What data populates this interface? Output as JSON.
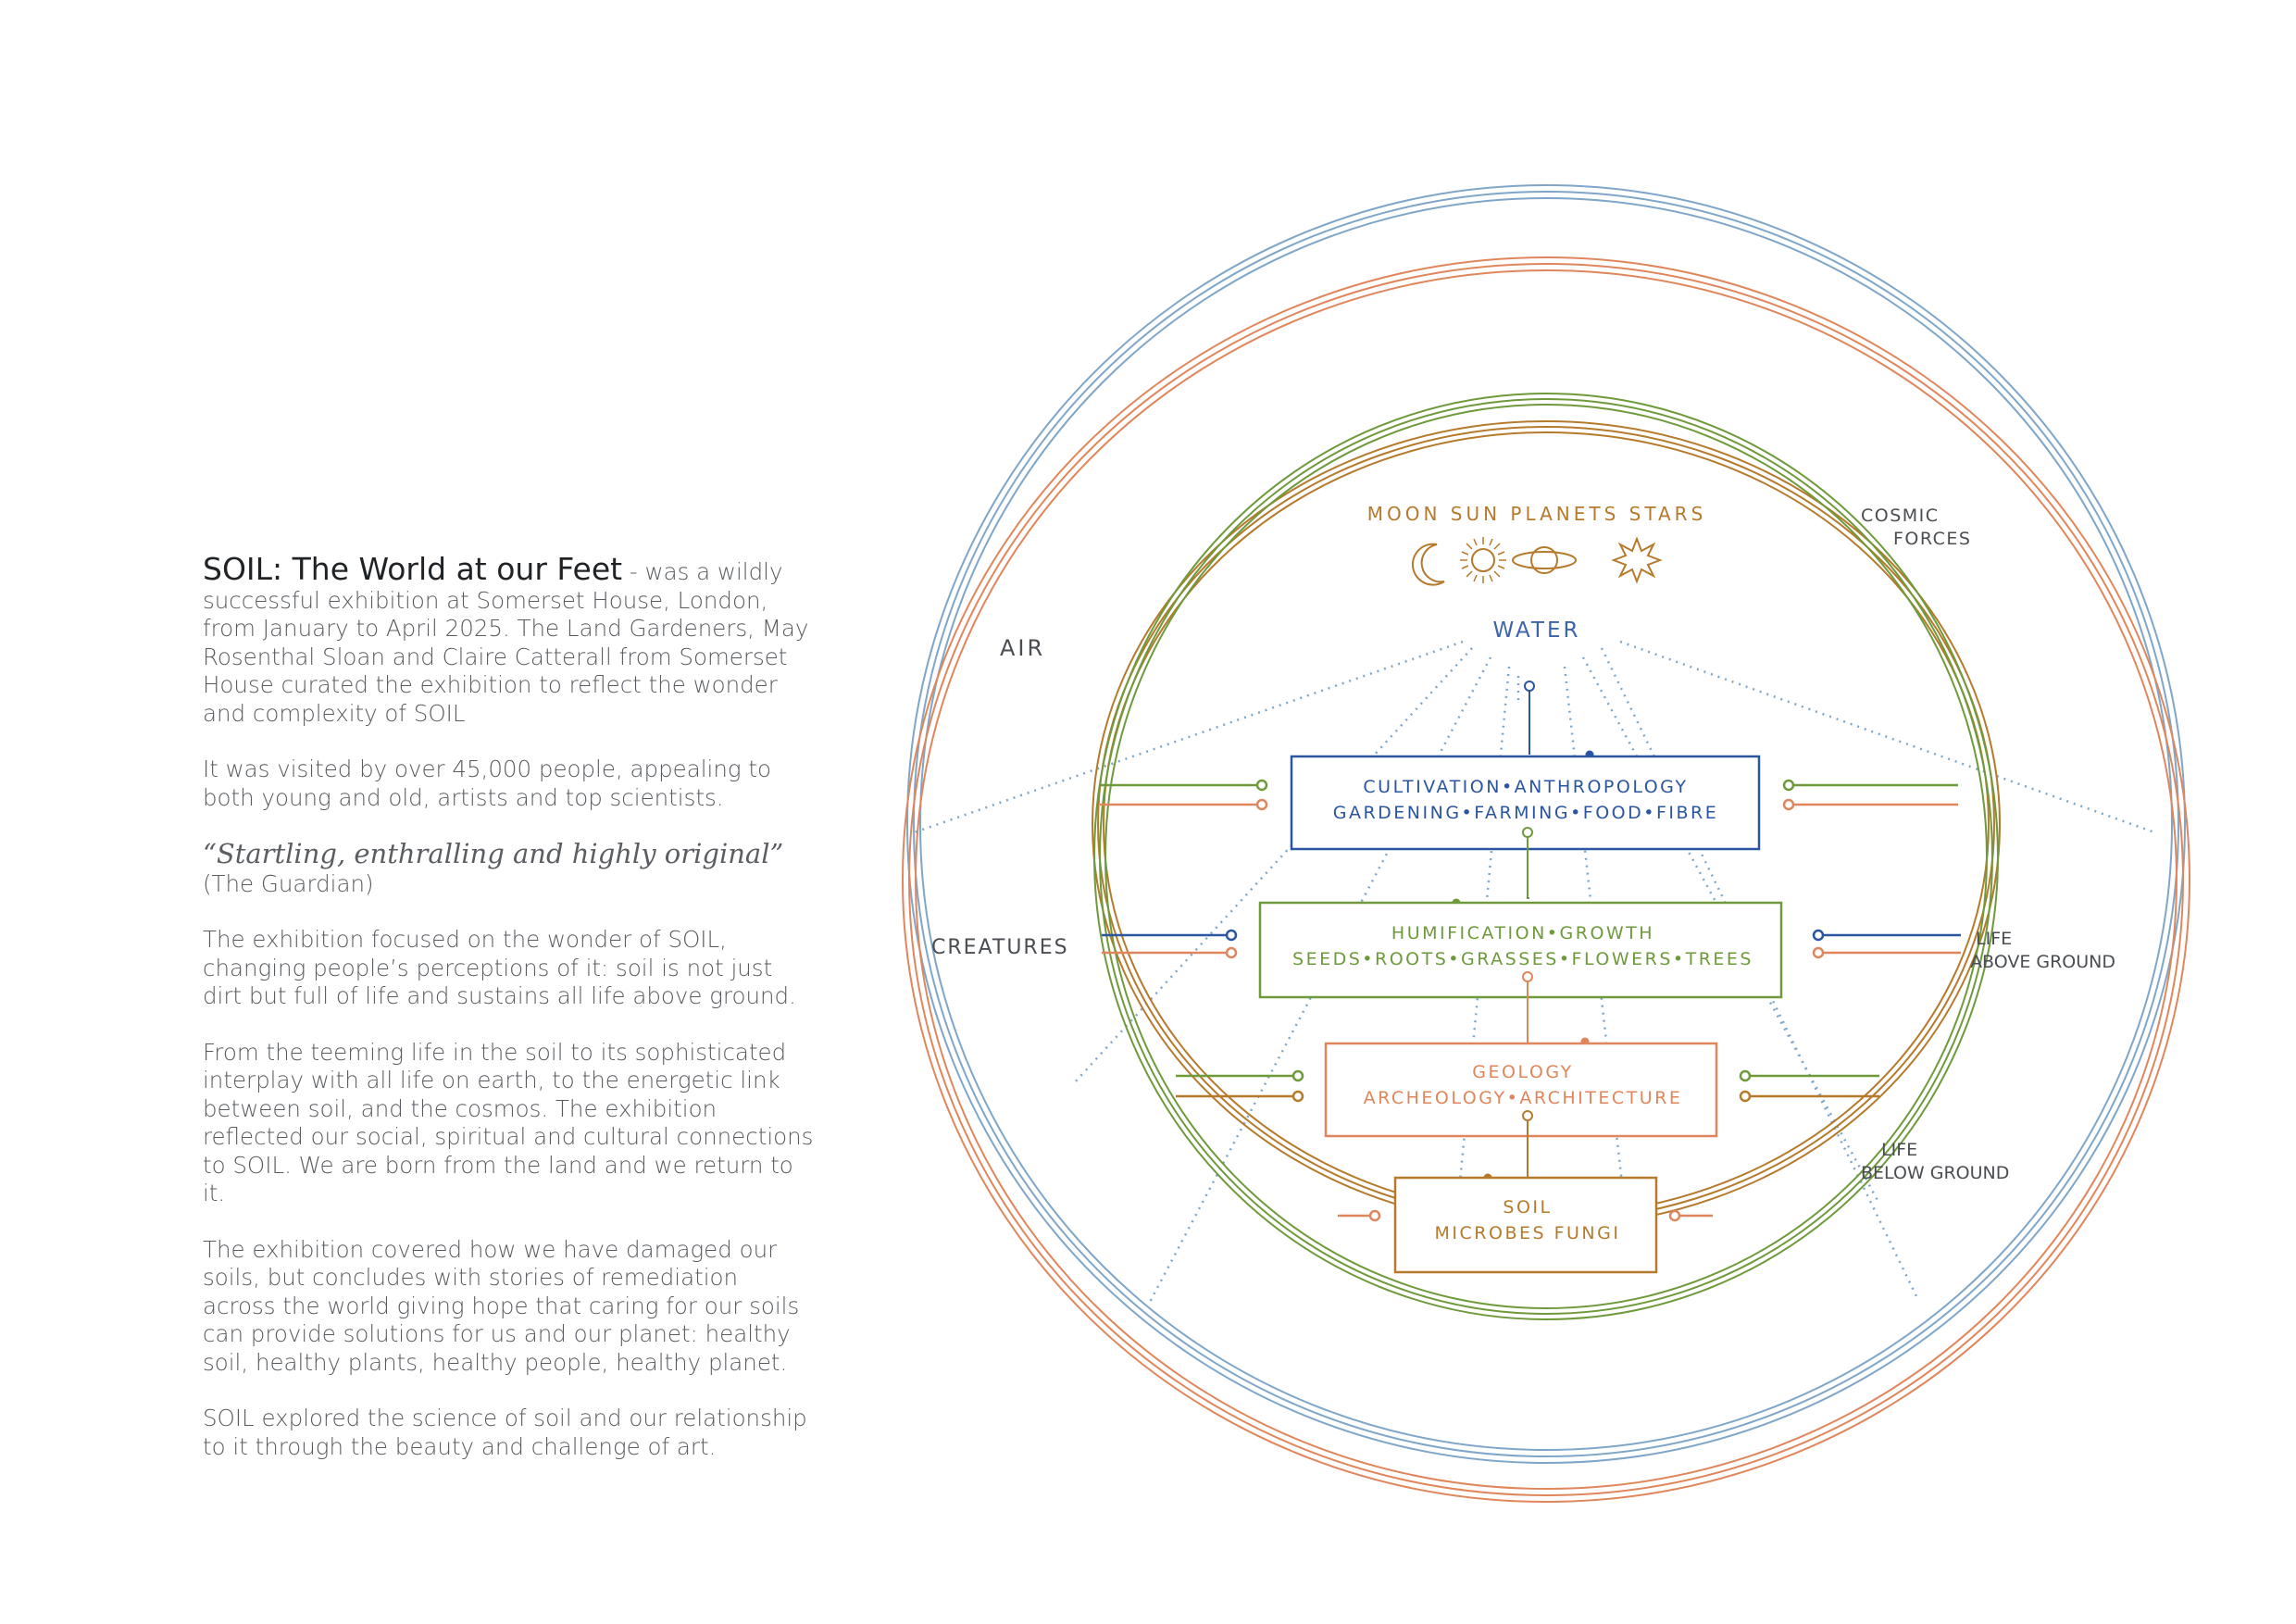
{
  "text": {
    "title": "SOIL: The World at our Feet",
    "p1_rest": " - was a wildly successful exhibition at Somerset House, London, from January to April 2025. The Land Gardeners, May Rosenthal Sloan and Claire Catterall from Somerset House curated the exhibition to reflect the wonder and complexity of SOIL",
    "p2": "It was visited by over 45,000 people, appealing to both young and old, artists and top scientists.",
    "quote": "“Startling, enthralling and highly original”",
    "quote_source": "(The Guardian)",
    "p3": "The exhibition focused on the wonder of SOIL, changing people’s perceptions of it: soil is not just dirt but full of life and sustains all life above ground.",
    "p4": "From the teeming life in the soil to its sophisticated interplay with all life on earth, to the energetic link between soil, and the cosmos. The exhibition reflected our social, spiritual and cultural connections to SOIL. We are born from the land and we return to it.",
    "p5": "The exhibition covered how we have damaged our soils, but concludes with stories of remediation across the world giving hope that caring for our soils can provide solutions for us and our planet: healthy soil, healthy plants, healthy people, healthy planet.",
    "p6": "SOIL explored the science of soil and our relationship to it through the beauty and challenge of art."
  },
  "diagram": {
    "celestial": "MOON  SUN  PLANETS  STARS",
    "water": "WATER",
    "air": "AIR",
    "creatures": "CREATURES",
    "cosmic_1": "COSMIC",
    "cosmic_2": "FORCES",
    "above_1": "LIFE",
    "above_2": "ABOVE GROUND",
    "below_1": "LIFE",
    "below_2": "BELOW GROUND",
    "box1_l1": "CULTIVATION•ANTHROPOLOGY",
    "box1_l2": "GARDENING•FARMING•FOOD•FIBRE",
    "box2_l1": "HUMIFICATION•GROWTH",
    "box2_l2": "SEEDS•ROOTS•GRASSES•FLOWERS•TREES",
    "box3_l1": "GEOLOGY",
    "box3_l2": "ARCHEOLOGY•ARCHITECTURE",
    "box4_l1": "SOIL",
    "box4_l2": "MICROBES FUNGI"
  },
  "colors": {
    "blue": "#7fa6c9",
    "orange": "#e0865c",
    "gold": "#b57a2c",
    "green": "#6f9a3c",
    "navy": "#2b55a0",
    "text": "#585c60"
  }
}
